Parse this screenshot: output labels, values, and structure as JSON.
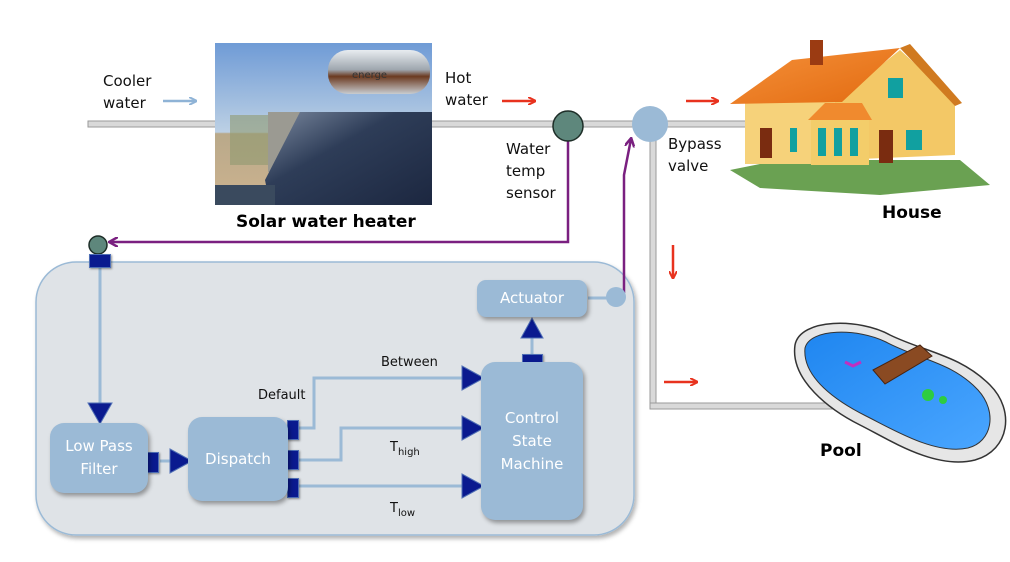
{
  "title": "Solar water heater control system",
  "physical": {
    "inlet_label": [
      "Cooler",
      "water"
    ],
    "outlet_label": [
      "Hot",
      "water"
    ],
    "heater_caption": "Solar water heater",
    "heater_tank_text": "energe",
    "sensor_label": [
      "Water",
      "temp",
      "sensor"
    ],
    "valve_label": [
      "Bypass",
      "valve"
    ],
    "house_caption": "House",
    "pool_caption": "Pool"
  },
  "controller": {
    "blocks": {
      "low_pass_filter": [
        "Low Pass",
        "Filter"
      ],
      "dispatch": "Dispatch",
      "control_state_machine": [
        "Control",
        "State",
        "Machine"
      ],
      "actuator": "Actuator"
    },
    "dispatch_outputs": {
      "default": "Default",
      "between": "Between",
      "t_high": {
        "base": "T",
        "sub": "high"
      },
      "t_low": {
        "base": "T",
        "sub": "low"
      }
    }
  },
  "colors": {
    "pipe": "#b8b8b8",
    "cool_arrow": "#8fb3d6",
    "hot_arrow": "#e8321e",
    "signal": "#7a2080",
    "sensor": "#5e877c",
    "valve": "#9bbad6",
    "block": "#9bbad6",
    "port": "#0a1a8f",
    "panel": "#dfe3e7"
  }
}
